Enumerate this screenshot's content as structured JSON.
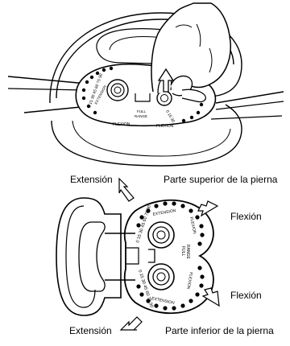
{
  "figure": {
    "top_view": {
      "dial_markings": {
        "left_numbers": "0 15 30 45 60 75 90",
        "left_word": "EXTENSION",
        "flexion_word": "FLEXION",
        "full_range": "FULL",
        "full_range2": "RANGE",
        "bottom_right_numbers": "0 15 30"
      }
    },
    "bottom_view": {
      "upper_dial": {
        "word": "EXTENSION",
        "numbers": "0 15 30 45 60 75 90",
        "flexion": "FLEXION"
      },
      "lower_dial": {
        "word": "EXTENSION",
        "numbers": "0 15 30 45 60 75 90",
        "flexion": "FLEXION"
      },
      "center": {
        "full": "FULL",
        "range": "RANGE"
      }
    },
    "callouts": {
      "extension_top": "Extensión",
      "upper_part": "Parte superior de la pierna",
      "flexion_top": "Flexión",
      "flexion_bottom": "Flexión",
      "extension_bottom": "Extensión",
      "lower_part": "Parte inferior de la pierna"
    }
  }
}
